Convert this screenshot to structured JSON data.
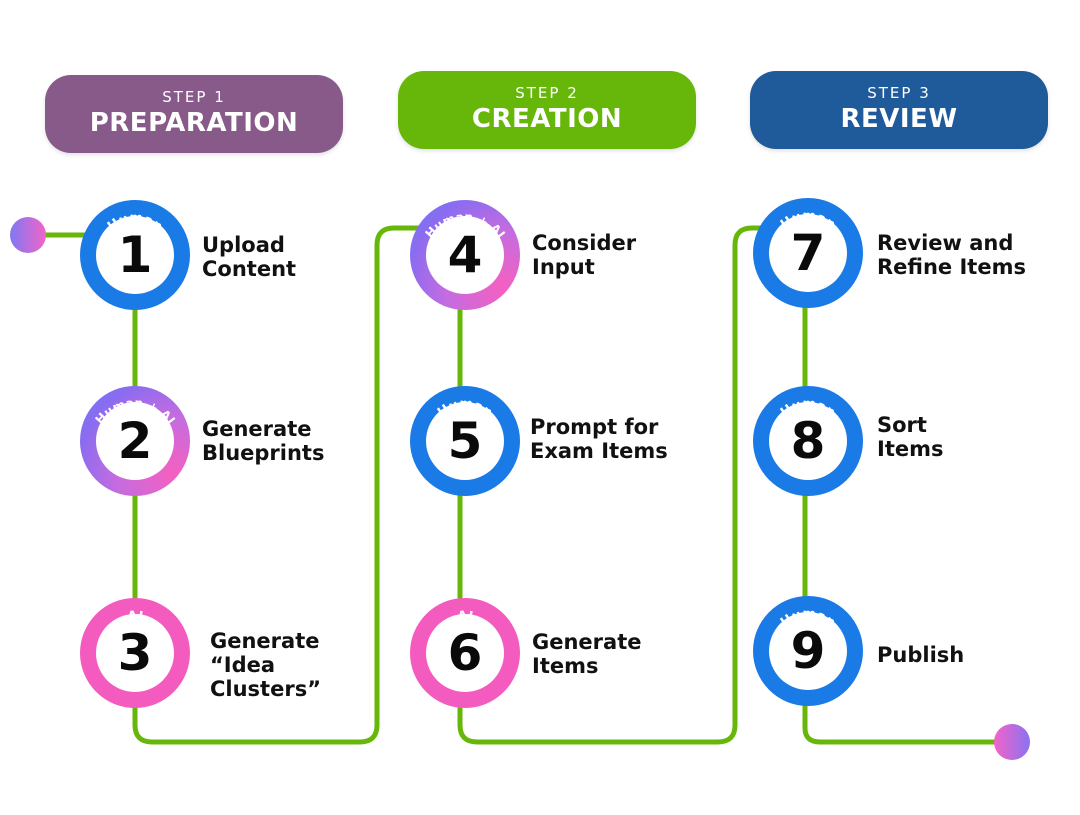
{
  "steps": [
    {
      "step_label": "STEP 1",
      "title": "PREPARATION",
      "color": "#875a8a"
    },
    {
      "step_label": "STEP 2",
      "title": "CREATION",
      "color": "#66b70a"
    },
    {
      "step_label": "STEP 3",
      "title": "REVIEW",
      "color": "#1f5a9a"
    }
  ],
  "nodes": [
    {
      "number": "1",
      "role": "Human",
      "style": "blue",
      "label_lines": [
        "Upload",
        "Content"
      ]
    },
    {
      "number": "2",
      "role": "Human + AI",
      "style": "gradient",
      "label_lines": [
        "Generate",
        "Blueprints"
      ]
    },
    {
      "number": "3",
      "role": "AI",
      "style": "pink",
      "label_lines": [
        "Generate",
        "“Idea",
        "Clusters”"
      ]
    },
    {
      "number": "4",
      "role": "Human + AI",
      "style": "gradient",
      "label_lines": [
        "Consider",
        "Input"
      ]
    },
    {
      "number": "5",
      "role": "Human",
      "style": "blue",
      "label_lines": [
        "Prompt for",
        "Exam Items"
      ]
    },
    {
      "number": "6",
      "role": "AI",
      "style": "pink",
      "label_lines": [
        "Generate",
        "Items"
      ]
    },
    {
      "number": "7",
      "role": "Human",
      "style": "blue",
      "label_lines": [
        "Review and",
        "Refine Items"
      ]
    },
    {
      "number": "8",
      "role": "Human",
      "style": "blue",
      "label_lines": [
        "Sort",
        "Items"
      ]
    },
    {
      "number": "9",
      "role": "Human",
      "style": "blue",
      "label_lines": [
        "Publish"
      ]
    }
  ],
  "colors": {
    "connector": "#66b70a",
    "human": "#1a7ae6",
    "ai": "#f45bbf",
    "human_ai_gradient": [
      "#6a7af5",
      "#f560c0"
    ]
  }
}
